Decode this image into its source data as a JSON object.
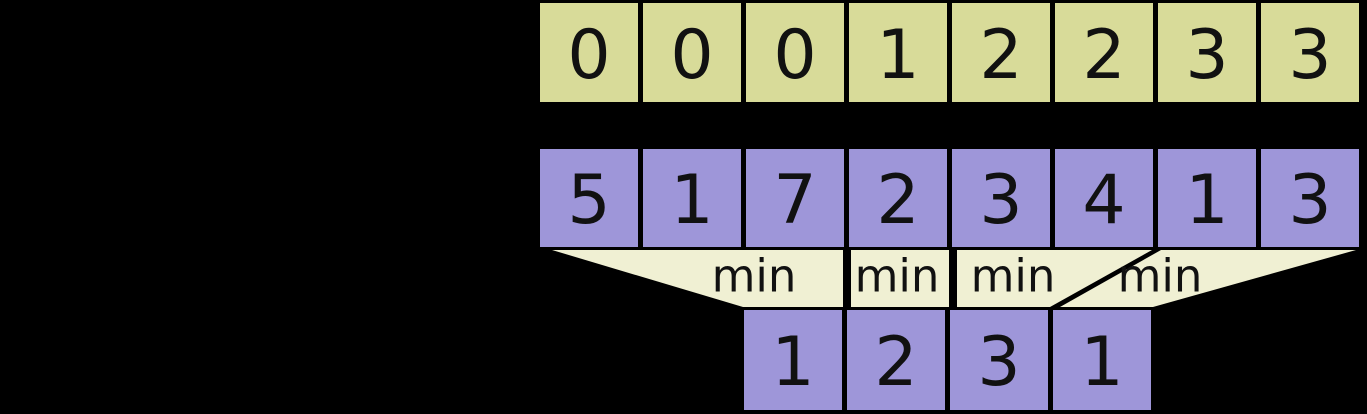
{
  "theme": {
    "background": "#000000",
    "index_cell": "#d8db99",
    "value_cell": "#9e96d9",
    "band": "#f0f0d3",
    "text": "#111111"
  },
  "rows": {
    "top": {
      "values": [
        "0",
        "0",
        "0",
        "1",
        "2",
        "2",
        "3",
        "3"
      ]
    },
    "middle": {
      "values": [
        "5",
        "1",
        "7",
        "2",
        "3",
        "4",
        "1",
        "3"
      ]
    },
    "bottom": {
      "values": [
        "1",
        "2",
        "3",
        "1"
      ]
    }
  },
  "operations": {
    "labels": [
      "min",
      "min",
      "min",
      "min"
    ]
  }
}
